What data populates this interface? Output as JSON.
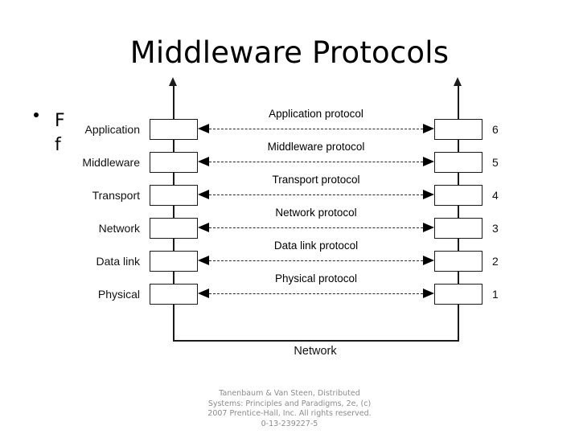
{
  "slide": {
    "title": "Middleware Protocols",
    "bullet": {
      "marker": "•",
      "lines": [
        "F",
        "f"
      ],
      "text": "F\nf"
    },
    "network_label": "Network"
  },
  "diagram": {
    "layers": [
      {
        "name": "Application",
        "protocol": "Application protocol",
        "number": "6"
      },
      {
        "name": "Middleware",
        "protocol": "Middleware protocol",
        "number": "5"
      },
      {
        "name": "Transport",
        "protocol": "Transport protocol",
        "number": "4"
      },
      {
        "name": "Network",
        "protocol": "Network protocol",
        "number": "3"
      },
      {
        "name": "Data link",
        "protocol": "Data link protocol",
        "number": "2"
      },
      {
        "name": "Physical",
        "protocol": "Physical protocol",
        "number": "1"
      }
    ],
    "colors": {
      "stroke": "#1a1a1a",
      "dash": "#2a2a2a",
      "box_fill": "#ffffff",
      "text": "#111111"
    }
  },
  "attribution": {
    "line1": "Tanenbaum & Van Steen, Distributed",
    "line2": "Systems: Principles and Paradigms, 2e, (c)",
    "line3": "2007 Prentice-Hall, Inc. All rights reserved.",
    "line4": "0-13-239227-5"
  }
}
